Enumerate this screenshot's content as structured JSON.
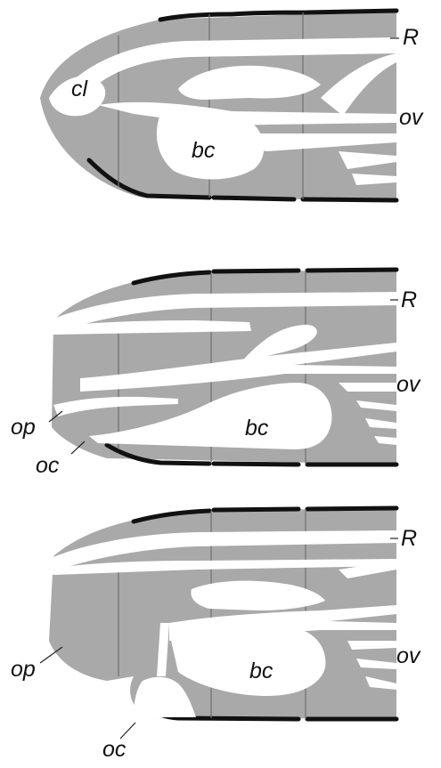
{
  "panels": [
    {
      "id": "top",
      "labels": {
        "R": "R",
        "ov": "ov",
        "cl": "cl",
        "bc": "bc"
      }
    },
    {
      "id": "middle",
      "labels": {
        "R": "R",
        "ov": "ov",
        "op": "op",
        "oc": "oc",
        "bc": "bc"
      }
    },
    {
      "id": "bottom",
      "labels": {
        "R": "R",
        "ov": "ov",
        "op": "op",
        "oc": "oc",
        "bc": "bc"
      }
    }
  ],
  "colors": {
    "tissue": "#a9a9a9",
    "outline": "#111111",
    "background": "#ffffff"
  }
}
